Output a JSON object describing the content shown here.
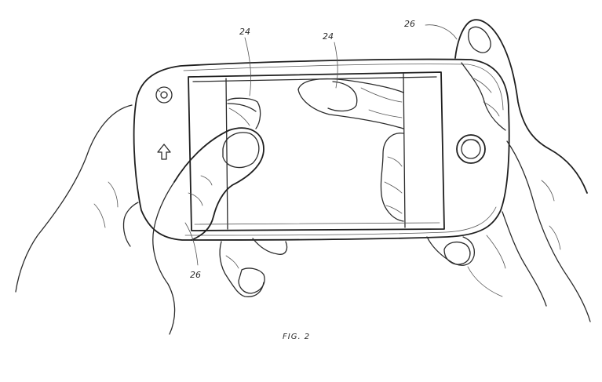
{
  "labels": {
    "screen_finger_left": "24",
    "screen_finger_right": "24",
    "hand_right": "26",
    "hand_left": "26"
  },
  "caption": "FIG. 2"
}
